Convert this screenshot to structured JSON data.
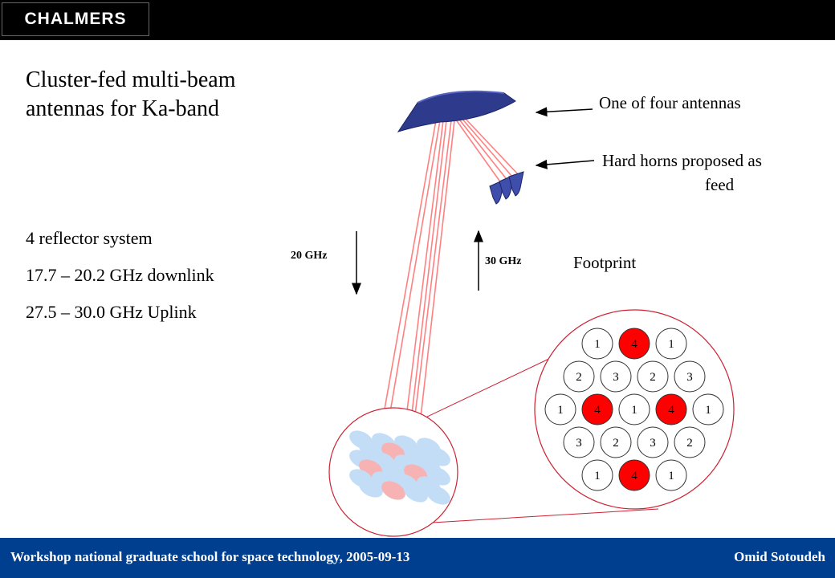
{
  "header": {
    "logo_text": "CHALMERS"
  },
  "slide": {
    "title_line1": "Cluster-fed multi-beam",
    "title_line2": "antennas for Ka-band",
    "bullets": [
      "4 reflector system",
      "17.7 – 20.2 GHz downlink",
      "27.5 – 30.0 GHz Uplink"
    ]
  },
  "diagram": {
    "callout_antenna": "One of four antennas",
    "callout_horns_line1": "Hard horns proposed as",
    "callout_horns_line2": "feed",
    "freq_down": "20 GHz",
    "freq_up": "30 GHz",
    "footprint_label": "Footprint",
    "cell_rows": [
      [
        "1",
        "4",
        "1"
      ],
      [
        "2",
        "3",
        "2",
        "3"
      ],
      [
        "1",
        "4",
        "1",
        "4",
        "1"
      ],
      [
        "3",
        "2",
        "3",
        "2"
      ],
      [
        "1",
        "4",
        "1"
      ]
    ],
    "highlight_value": "4",
    "colors": {
      "highlight": "#ff0000",
      "reflector": "#2e3a8c",
      "rays": "#ff8080",
      "beam_blue": "#c3ddf7",
      "beam_pink": "#f7b3b3"
    }
  },
  "footer": {
    "left_text": "Workshop national graduate school for space technology, 2005-09-13",
    "right_text": "Omid Sotoudeh"
  }
}
